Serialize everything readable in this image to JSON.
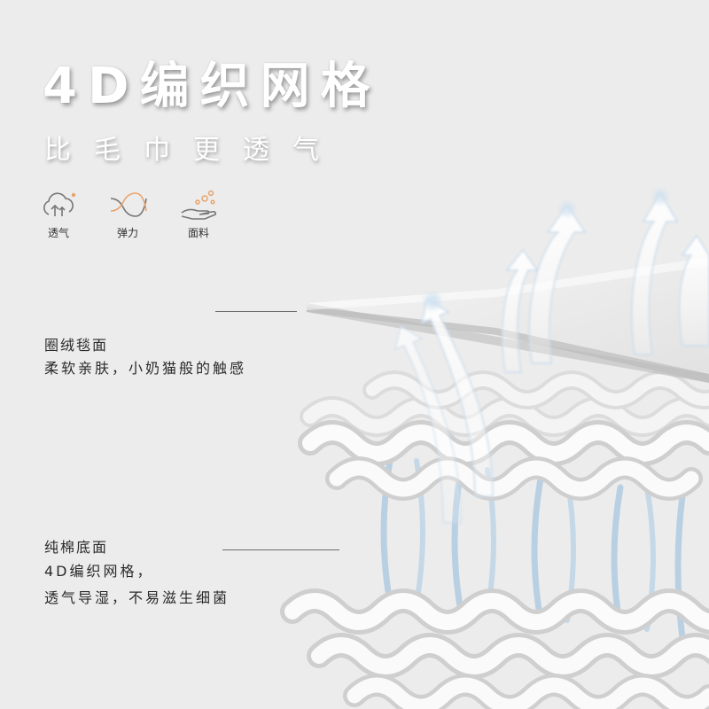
{
  "headline": {
    "title": "4D编织网格",
    "subtitle": "比毛巾更透气"
  },
  "features": [
    {
      "icon": "cloud-breathable-icon",
      "label": "透气"
    },
    {
      "icon": "elastic-wave-icon",
      "label": "弹力"
    },
    {
      "icon": "hand-fabric-icon",
      "label": "面料"
    }
  ],
  "layers": {
    "top": {
      "title": "圈绒毯面",
      "description": "柔软亲肤，小奶猫般的触感"
    },
    "bottom": {
      "title": "纯棉底面",
      "description_line1": "4D编织网格，",
      "description_line2": "透气导湿，不易滋生细菌"
    }
  },
  "colors": {
    "background": "#ececec",
    "icon_accent": "#e8a36b",
    "airflow": "#a8c6de"
  }
}
